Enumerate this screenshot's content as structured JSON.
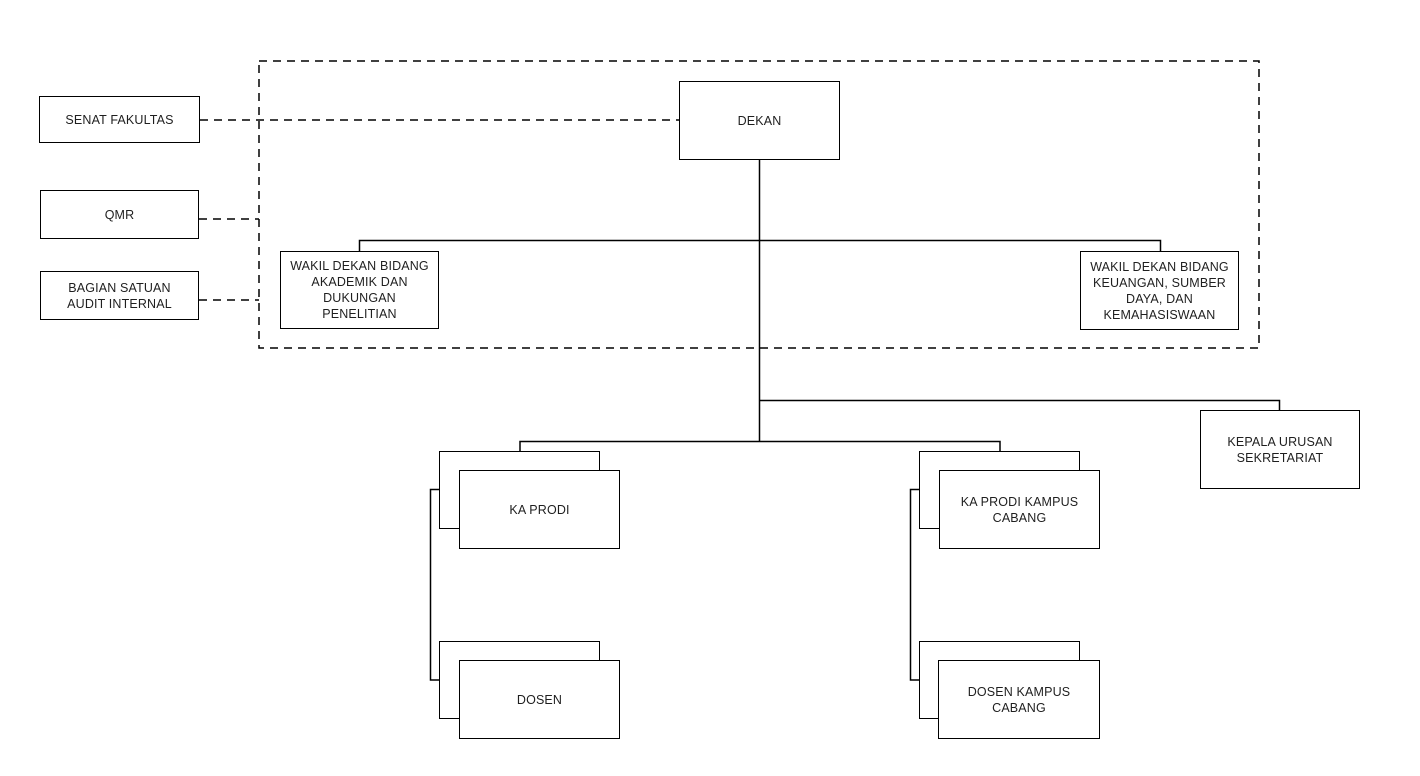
{
  "nodes": {
    "senat_fakultas": {
      "label": "SENAT FAKULTAS"
    },
    "qmr": {
      "label": "QMR"
    },
    "bagian_satuan_audit_internal": {
      "label": "BAGIAN SATUAN\nAUDIT INTERNAL"
    },
    "dekan": {
      "label": "DEKAN"
    },
    "wakil_dekan_akademik": {
      "label": "WAKIL DEKAN BIDANG\nAKADEMIK DAN\nDUKUNGAN PENELITIAN"
    },
    "wakil_dekan_keuangan": {
      "label": "WAKIL DEKAN BIDANG\nKEUANGAN, SUMBER\nDAYA, DAN\nKEMAHASISWAAN"
    },
    "kepala_urusan_sekretariat": {
      "label": "KEPALA URUSAN\nSEKRETARIAT"
    },
    "ka_prodi": {
      "label": "KA PRODI"
    },
    "dosen": {
      "label": "DOSEN"
    },
    "ka_prodi_kampus_cabang": {
      "label": "KA PRODI KAMPUS\nCABANG"
    },
    "dosen_kampus_cabang": {
      "label": "DOSEN KAMPUS\nCABANG"
    }
  },
  "colors": {
    "line": "#000000",
    "background": "#ffffff",
    "text": "#1f1f1f"
  }
}
